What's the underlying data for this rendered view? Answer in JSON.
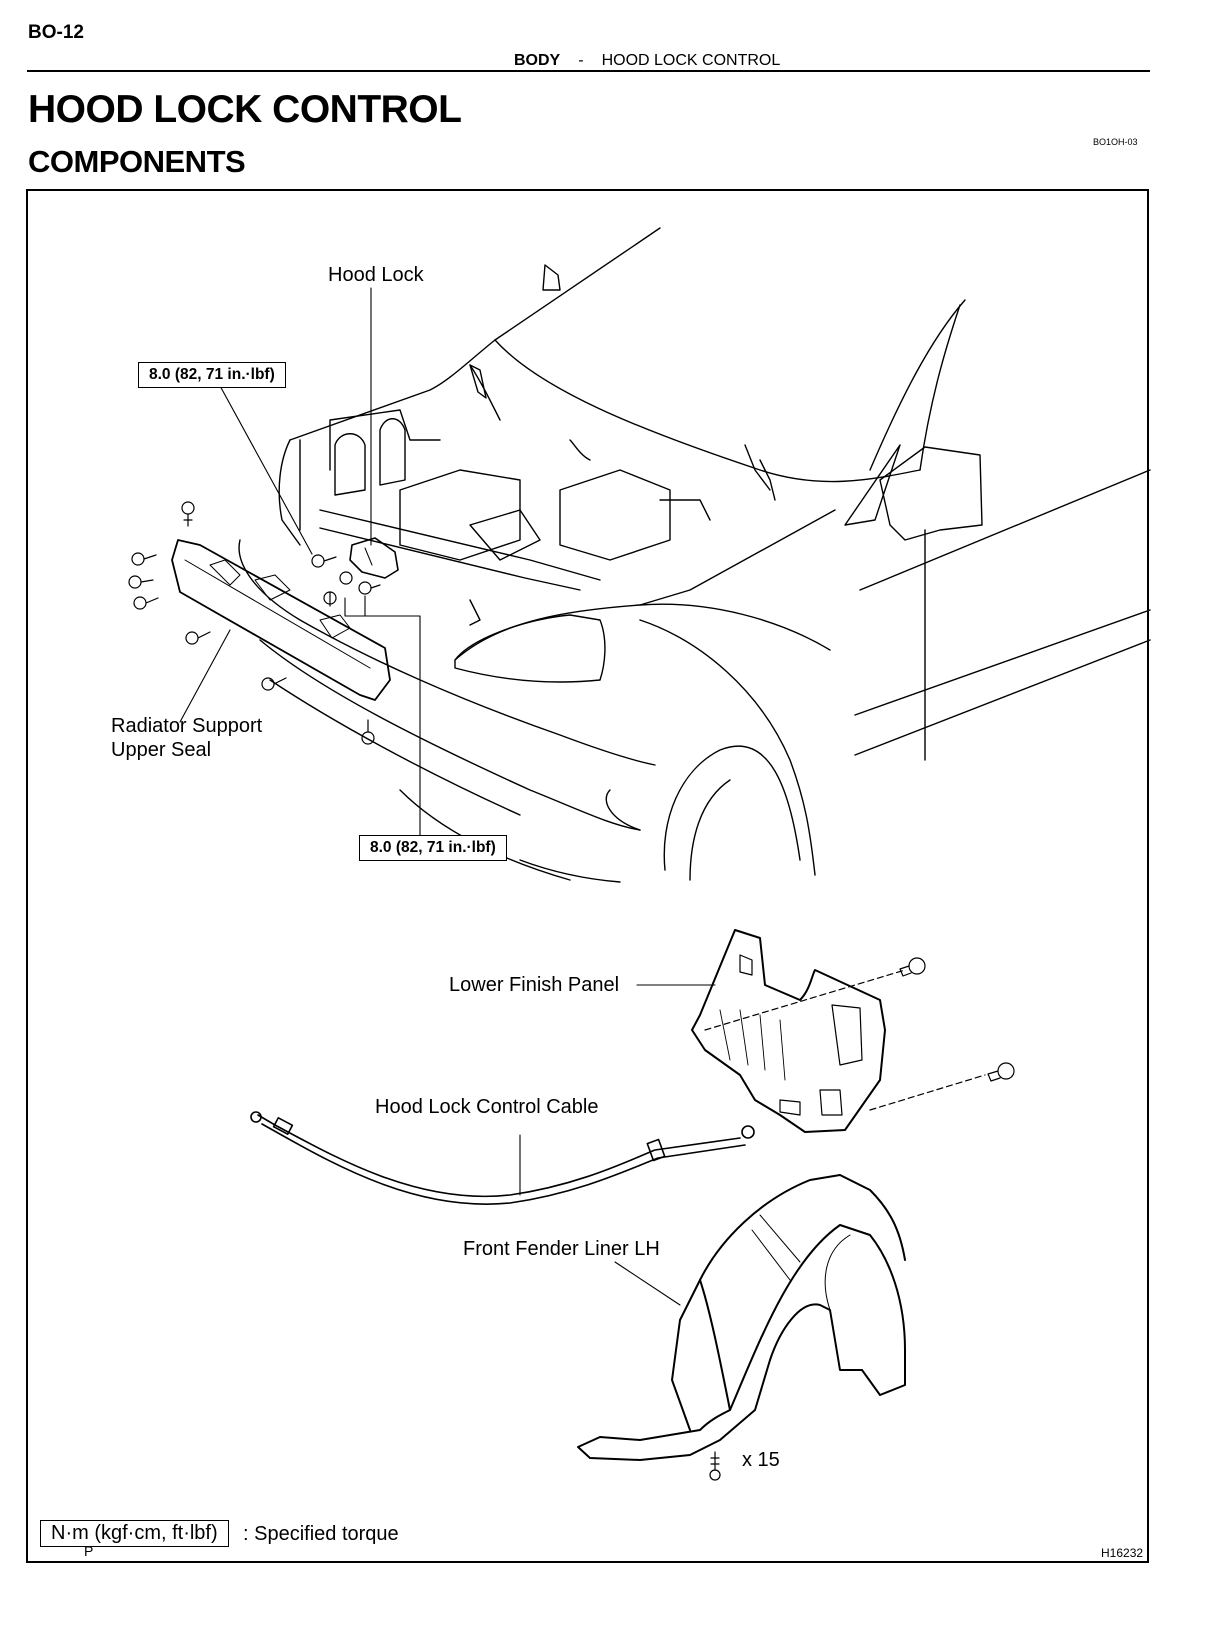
{
  "header": {
    "page_number": "BO-12",
    "section": "BODY",
    "separator": "-",
    "topic": "HOOD LOCK CONTROL"
  },
  "title": {
    "main": "HOOD LOCK CONTROL",
    "sub": "COMPONENTS",
    "doc_code": "BO1OH-03"
  },
  "figure": {
    "labels": {
      "hood_lock": "Hood Lock",
      "radiator_seal_line1": "Radiator Support",
      "radiator_seal_line2": "Upper Seal",
      "lower_finish_panel": "Lower Finish Panel",
      "control_cable": "Hood Lock Control Cable",
      "fender_liner": "Front Fender Liner LH",
      "clip_quantity": "x 15"
    },
    "torque_specs": {
      "hood_lock_upper": "8.0 (82, 71 in.·lbf)",
      "hood_lock_lower": "8.0 (82, 71 in.·lbf)"
    },
    "legend": {
      "unit_box": "N·m (kgf·cm, ft·lbf)",
      "description": ": Specified torque",
      "mark": "P"
    },
    "figure_code": "H16232"
  }
}
